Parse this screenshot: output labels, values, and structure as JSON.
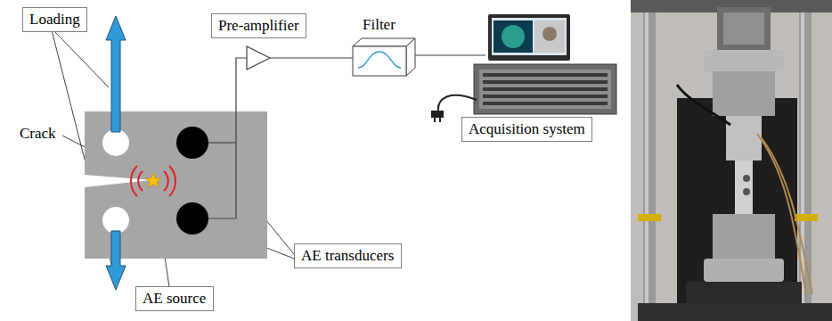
{
  "diagram": {
    "nodes": [
      {
        "text": [
          "Loading"
        ]
      },
      {
        "text": [
          "Pre-amplifier"
        ]
      },
      {
        "text": [
          "Acquisition system"
        ]
      },
      {
        "text": [
          "AE transducers"
        ]
      },
      {
        "text": [
          "AE source"
        ]
      }
    ],
    "labels": [
      "Filter",
      "Crack"
    ]
  }
}
